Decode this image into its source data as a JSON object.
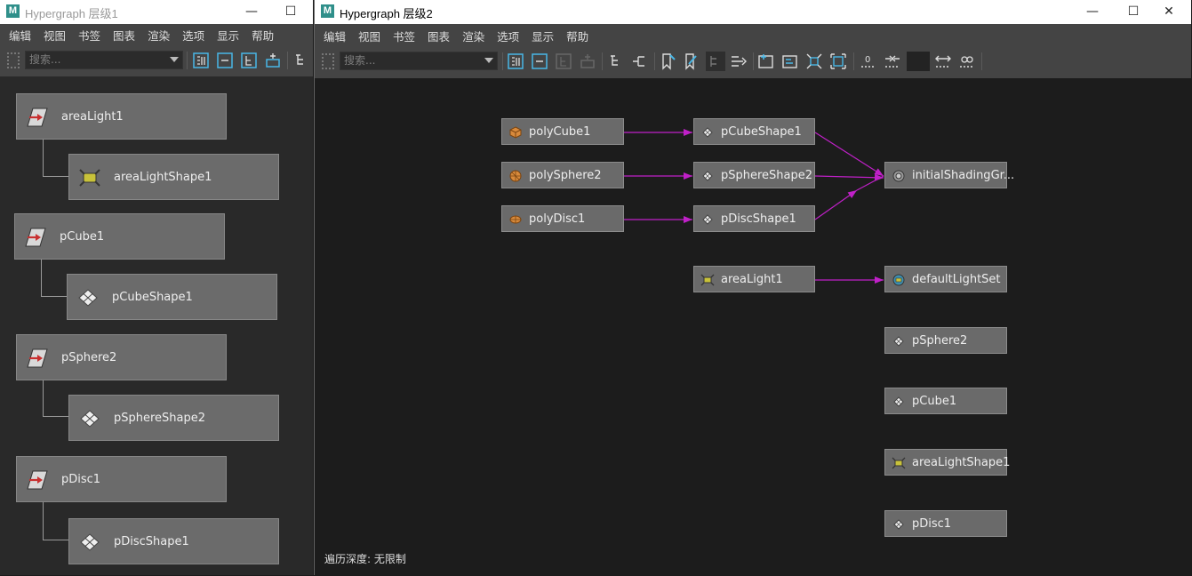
{
  "win1": {
    "title": "Hypergraph 层级1",
    "minimize": "—",
    "maximize": "☐",
    "menu": [
      "编辑",
      "视图",
      "书签",
      "图表",
      "渲染",
      "选项",
      "显示",
      "帮助"
    ],
    "search_placeholder": "搜索...",
    "nodes": [
      {
        "label": "areaLight1",
        "icon": "transform-icon"
      },
      {
        "label": "areaLightShape1",
        "icon": "area-light-icon"
      },
      {
        "label": "pCube1",
        "icon": "transform-icon"
      },
      {
        "label": "pCubeShape1",
        "icon": "mesh-shape-icon"
      },
      {
        "label": "pSphere2",
        "icon": "transform-icon"
      },
      {
        "label": "pSphereShape2",
        "icon": "mesh-shape-icon"
      },
      {
        "label": "pDisc1",
        "icon": "transform-icon"
      },
      {
        "label": "pDiscShape1",
        "icon": "mesh-shape-icon"
      }
    ]
  },
  "win2": {
    "title": "Hypergraph 层级2",
    "minimize": "—",
    "maximize": "☐",
    "close": "✕",
    "menu": [
      "编辑",
      "视图",
      "书签",
      "图表",
      "渲染",
      "选项",
      "显示",
      "帮助"
    ],
    "search_placeholder": "搜索...",
    "nodes": [
      {
        "label": "polyCube1",
        "icon": "poly-cube-icon"
      },
      {
        "label": "polySphere2",
        "icon": "poly-sphere-icon"
      },
      {
        "label": "polyDisc1",
        "icon": "poly-disc-icon"
      },
      {
        "label": "pCubeShape1",
        "icon": "mesh-shape-icon"
      },
      {
        "label": "pSphereShape2",
        "icon": "mesh-shape-icon"
      },
      {
        "label": "pDiscShape1",
        "icon": "mesh-shape-icon"
      },
      {
        "label": "initialShadingGr...",
        "icon": "shading-group-icon"
      },
      {
        "label": "areaLight1",
        "icon": "area-light-icon"
      },
      {
        "label": "defaultLightSet",
        "icon": "light-set-icon"
      },
      {
        "label": "pSphere2",
        "icon": "mesh-shape-icon"
      },
      {
        "label": "pCube1",
        "icon": "mesh-shape-icon"
      },
      {
        "label": "areaLightShape1",
        "icon": "area-light-icon"
      },
      {
        "label": "pDisc1",
        "icon": "mesh-shape-icon"
      }
    ],
    "status": "遍历深度: 无限制",
    "colors": {
      "connection": "#c020c8",
      "node_bg": "#6a6a6a",
      "graph_bg": "#1c1c1c"
    }
  }
}
